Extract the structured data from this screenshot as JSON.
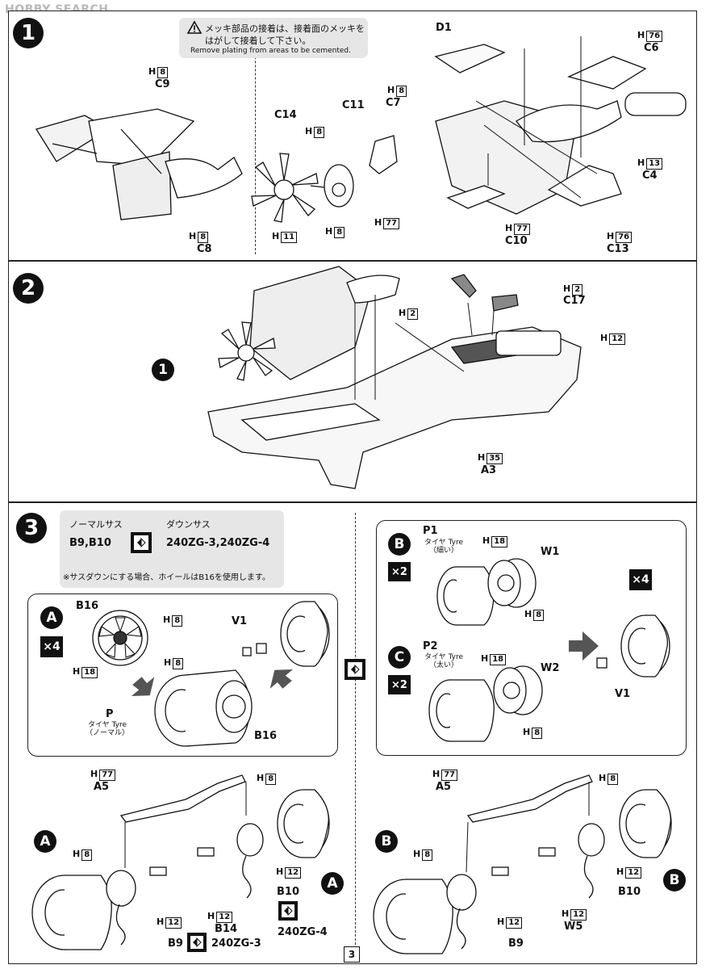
{
  "watermark": "HOBBY SEARCH",
  "page_number": "3",
  "step1": {
    "number": "1",
    "caution_jp_1": "メッキ部品の接着は、接着面のメッキを",
    "caution_jp_2": "はがして接着して下さい。",
    "caution_en": "Remove plating from areas to be cemented.",
    "h_prefix": "H",
    "labels": {
      "C9": "C9",
      "C8": "C8",
      "C14": "C14",
      "C11": "C11",
      "C7": "C7",
      "D1": "D1",
      "C6": "C6",
      "C4": "C4",
      "C10": "C10",
      "C13": "C13"
    },
    "h": {
      "c9": "8",
      "c8": "8",
      "c14_near": "8",
      "c14_bottom": "11",
      "c11_left": "8",
      "c11_right": "77",
      "c7": "8",
      "c6": "76",
      "c4": "13",
      "c10": "77",
      "c13": "76"
    }
  },
  "step2": {
    "number": "2",
    "ref_step": "1",
    "labels": {
      "C17": "C17",
      "A3": "A3"
    },
    "h": {
      "c17": "2",
      "mid": "2",
      "right": "12",
      "a3": "35"
    }
  },
  "step3": {
    "number": "3",
    "normal_sus": "ノーマルサス",
    "down_sus": "ダウンサス",
    "normal_parts": "B9,B10",
    "down_parts": "240ZG-3,240ZG-4",
    "note": "※サスダウンにする場合、ホイールはB16を使用します。",
    "panelA": {
      "badge": "A",
      "mult": "×4",
      "labels": {
        "B16": "B16",
        "V1": "V1",
        "P": "P",
        "B16b": "B16"
      },
      "tyre_jp": "タイヤ",
      "tyre_en": "Tyre",
      "tyre_type": "（ノーマル）",
      "h": {
        "a": "8",
        "b": "8",
        "c": "18"
      }
    },
    "panelB": {
      "badge": "B",
      "mult": "×2",
      "label_p": "P1",
      "tyre_jp": "タイヤ",
      "tyre_en": "Tyre",
      "tyre_type": "（細い）",
      "wheel": "W1",
      "h_top": "18",
      "h_bot": "8"
    },
    "panelC": {
      "badge": "C",
      "mult": "×2",
      "label_p": "P2",
      "tyre_jp": "タイヤ",
      "tyre_en": "Tyre",
      "tyre_type": "（太い）",
      "wheel": "W2",
      "h_top": "18",
      "h_bot": "8"
    },
    "right_mult": "×4",
    "right_v1": "V1",
    "bottomA": {
      "badge": "A",
      "a5": "A5",
      "b14": "B14",
      "b10": "B10",
      "b9": "B9",
      "zg3": "240ZG-3",
      "zg4": "240ZG-4",
      "h": {
        "a5": "77",
        "top": "8",
        "left": "8",
        "mid": "12",
        "b14": "12",
        "bot": "12"
      }
    },
    "bottomB": {
      "badge": "B",
      "a5": "A5",
      "w5": "W5",
      "b10": "B10",
      "b9": "B9",
      "h": {
        "a5": "77",
        "top": "8",
        "left": "8",
        "mid": "12",
        "w5": "12",
        "bot": "12"
      }
    }
  }
}
